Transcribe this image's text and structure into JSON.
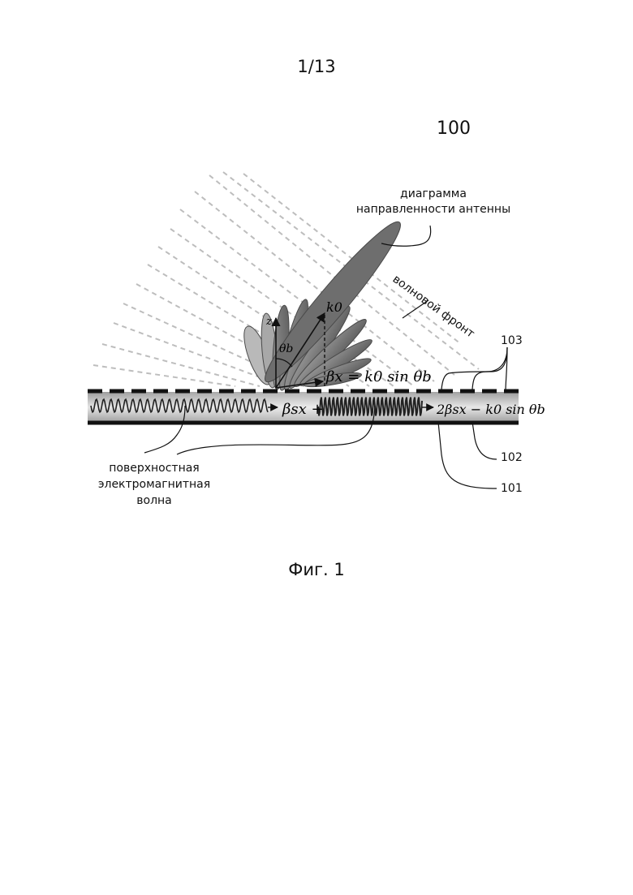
{
  "header": {
    "page_number": "1/13"
  },
  "figure": {
    "reference": "100",
    "labels": {
      "antenna_pattern": "диаграмма направленности антенны",
      "wavefront": "волновой фронт",
      "ref_103": "103",
      "ref_102": "102",
      "ref_101": "101",
      "surface_wave": "поверхностная электромагнитная волна"
    },
    "math": {
      "axis_z": "z",
      "theta_b": "θb",
      "k0": "k0",
      "beta_x_eq": "βx = k0 sin θb",
      "beta_sx_plus": "βsx +",
      "two_beta_minus": "2βsx − k0 sin θb"
    },
    "caption": "Фиг. 1"
  }
}
